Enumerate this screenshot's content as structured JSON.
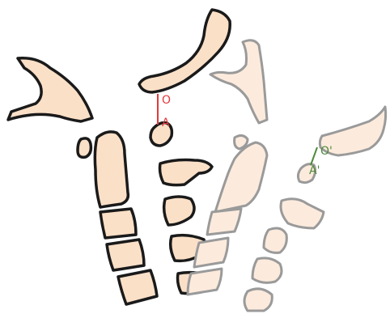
{
  "labels": {
    "red_upper": "O",
    "red_lower": "A",
    "green_upper": "O'",
    "green_lower": "A'"
  },
  "colors": {
    "bone_fill": "#fbe0c8",
    "bone_fill_faded": "#fcebdd",
    "outline": "#1a1a1a",
    "outline_faded": "#9a9a9a",
    "marker_red": "#e5383b",
    "marker_green": "#4f8a3a"
  }
}
